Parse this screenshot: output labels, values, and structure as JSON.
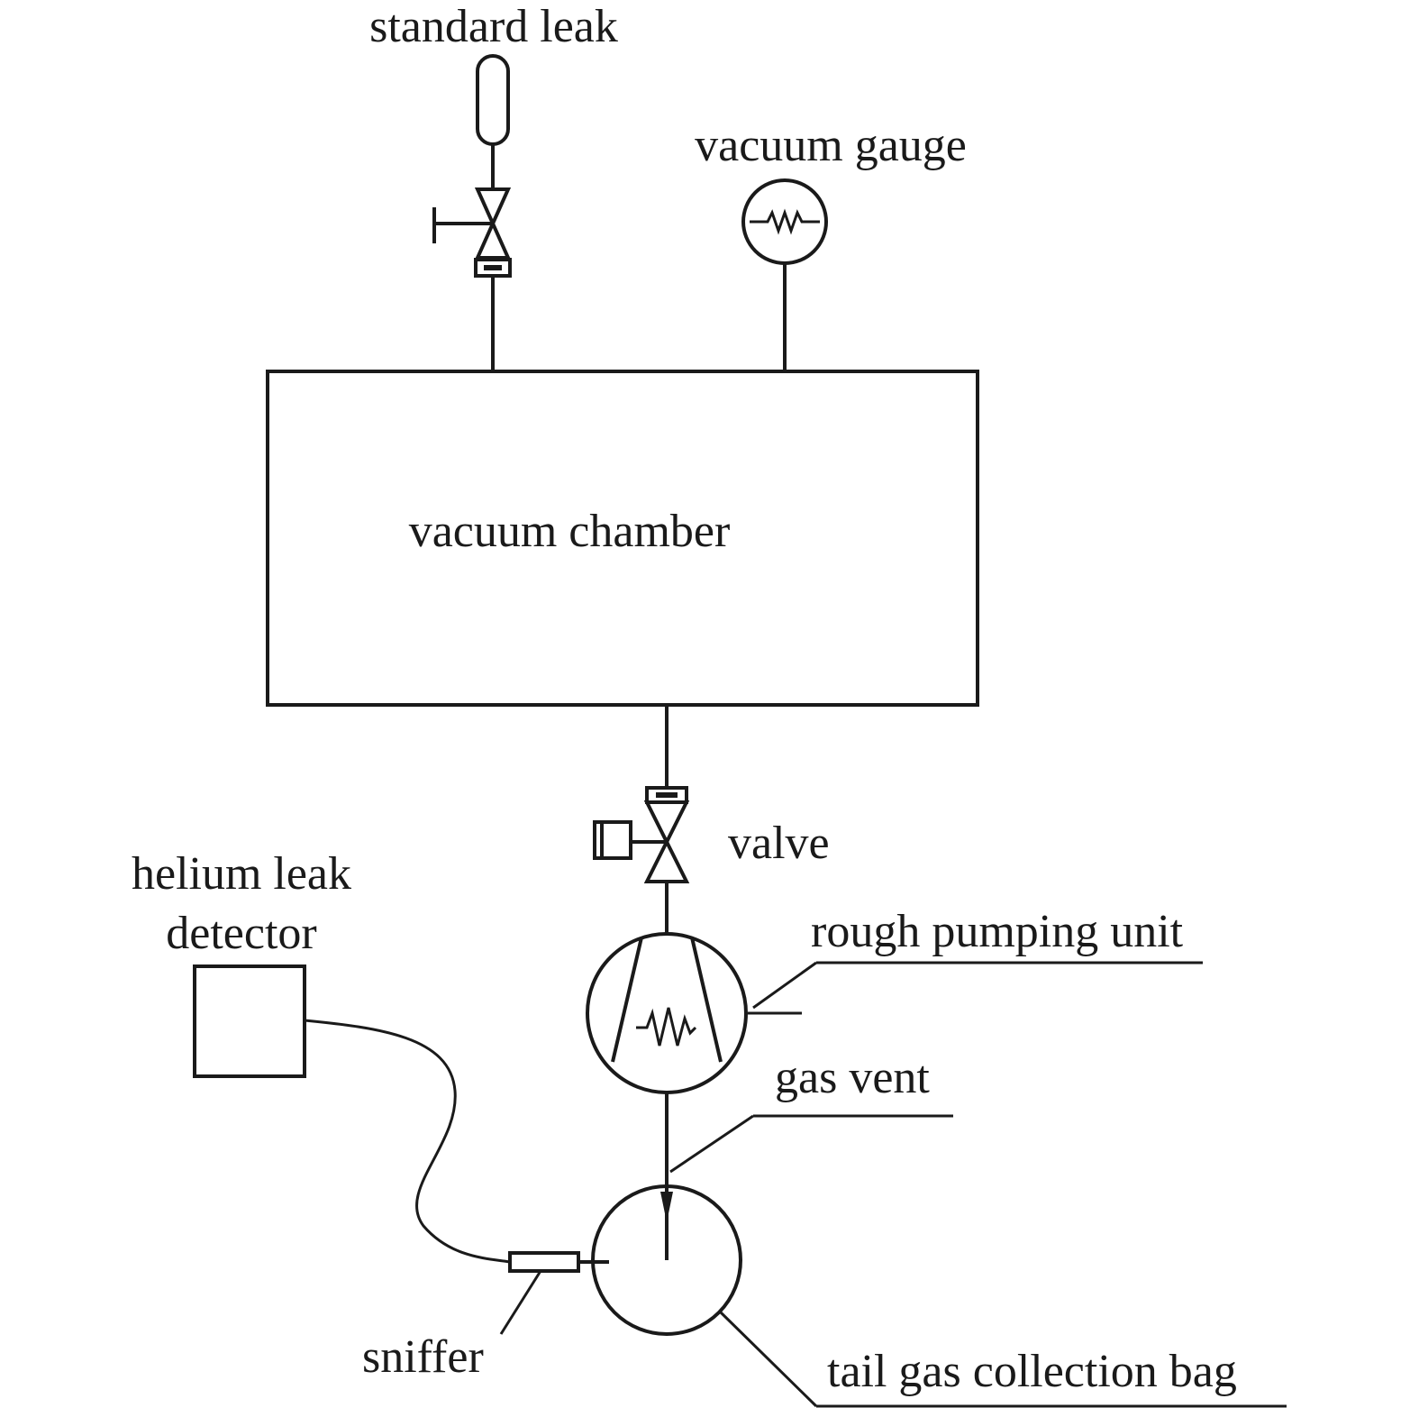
{
  "labels": {
    "standard_leak": "standard leak",
    "vacuum_gauge": "vacuum gauge",
    "vacuum_chamber": "vacuum chamber",
    "valve": "valve",
    "helium_leak_line1": "helium leak",
    "helium_leak_line2": "detector",
    "rough_pumping_unit": "rough pumping unit",
    "gas_vent": "gas vent",
    "sniffer": "sniffer",
    "tail_gas_collection_bag": "tail gas collection bag"
  },
  "colors": {
    "line": "#1a1a1a",
    "background": "#ffffff"
  }
}
